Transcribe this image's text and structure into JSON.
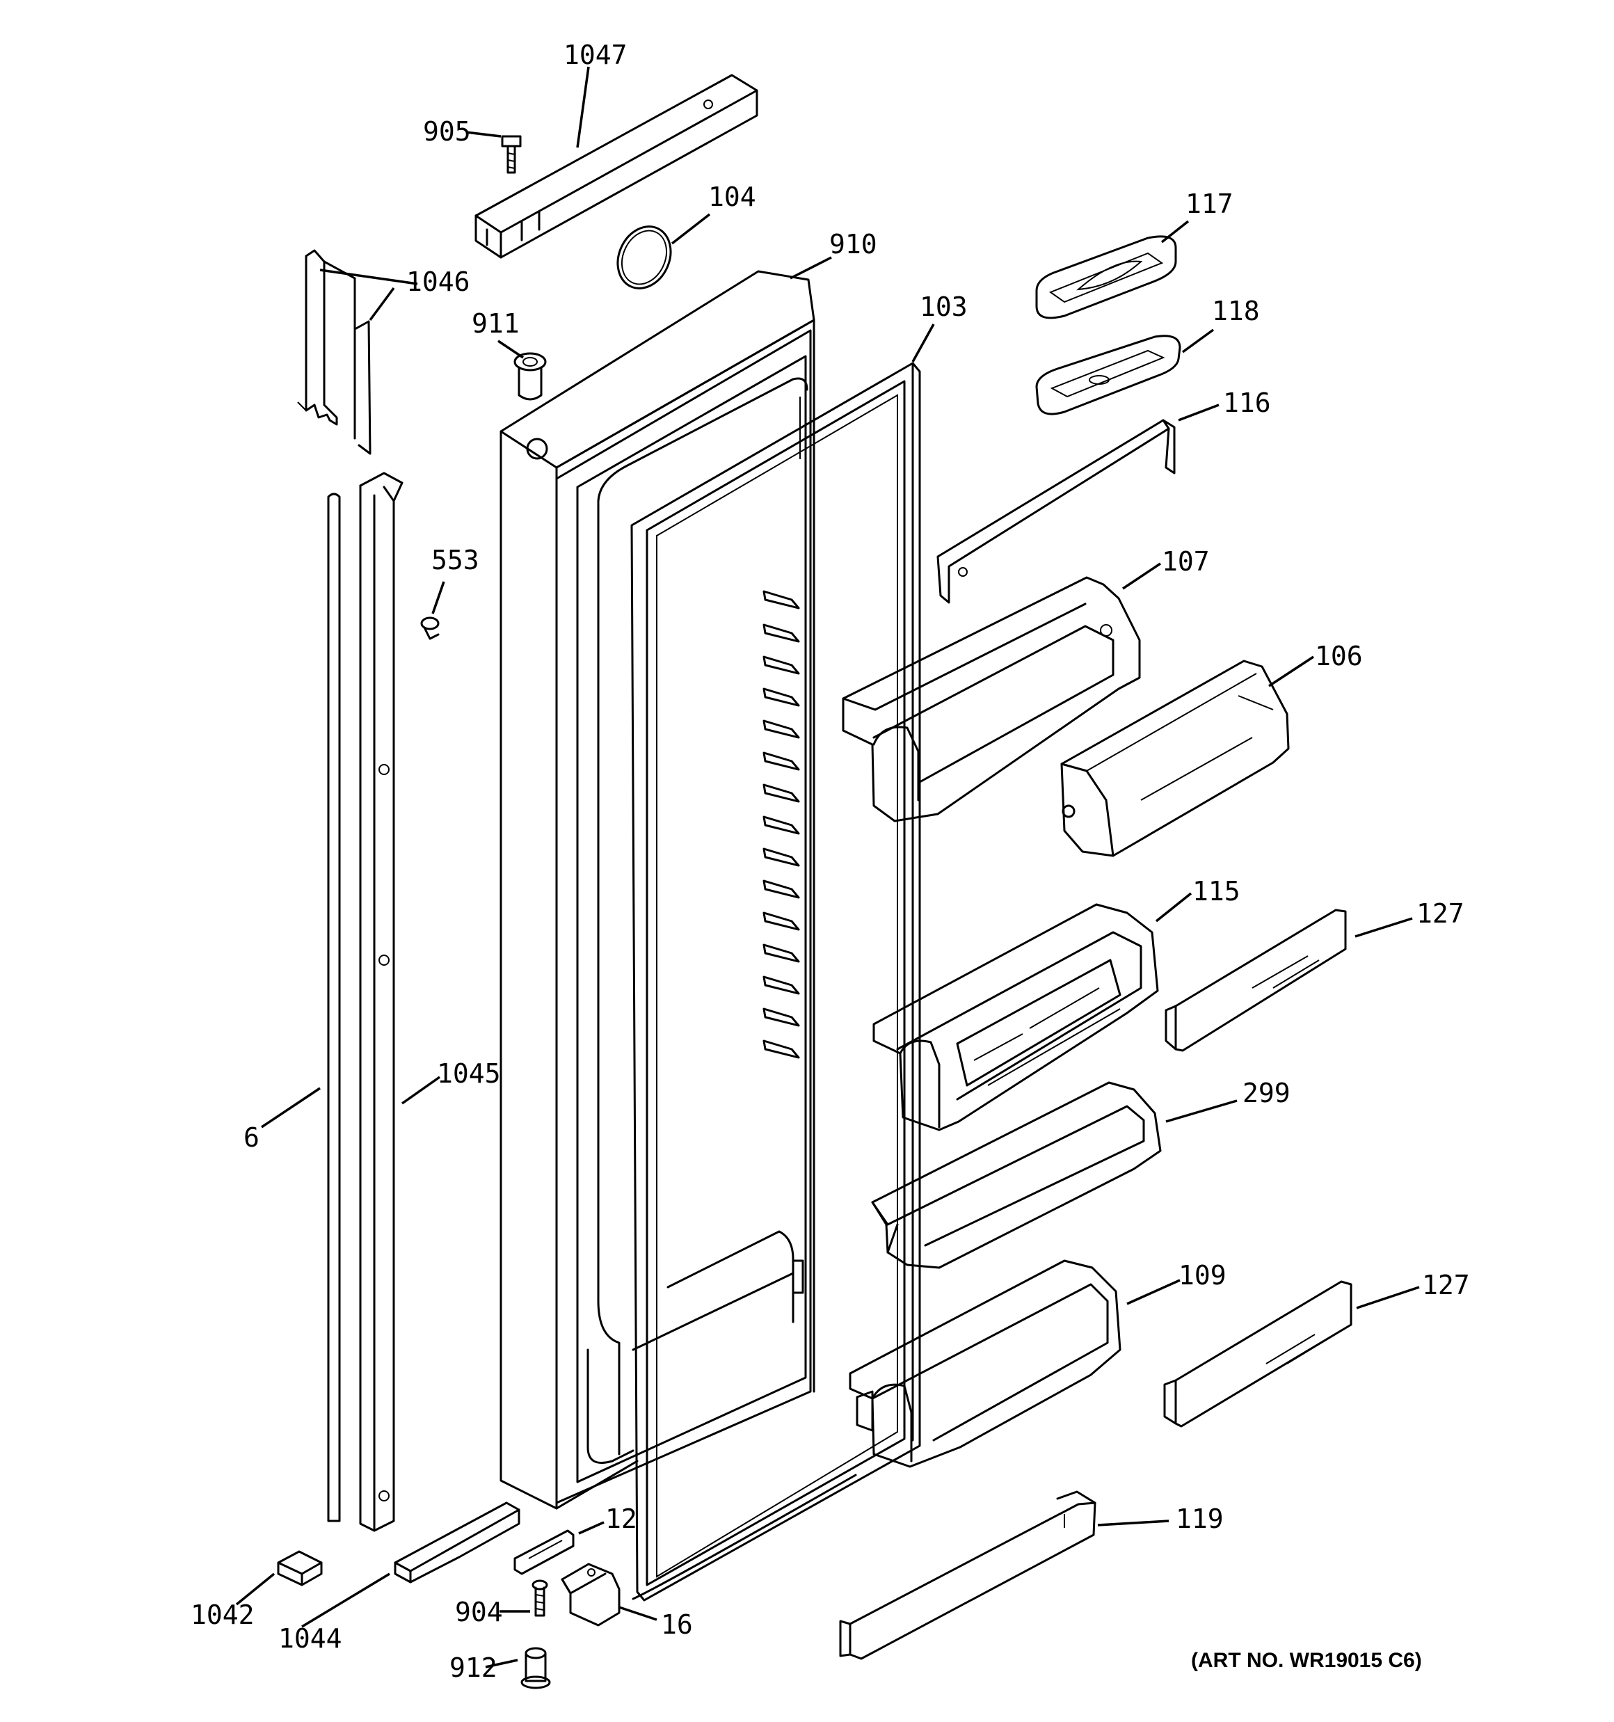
{
  "labels": {
    "p1047": "1047",
    "p905": "905",
    "p104": "104",
    "p910": "910",
    "p1046": "1046",
    "p911": "911",
    "p103": "103",
    "p117": "117",
    "p118": "118",
    "p116": "116",
    "p553": "553",
    "p107": "107",
    "p106": "106",
    "p115": "115",
    "p127a": "127",
    "p1045": "1045",
    "p6": "6",
    "p299": "299",
    "p109": "109",
    "p127b": "127",
    "p12": "12",
    "p119": "119",
    "p1042": "1042",
    "p1044": "1044",
    "p904": "904",
    "p16": "16",
    "p912": "912"
  },
  "art_number": "(ART NO. WR19015 C6)"
}
